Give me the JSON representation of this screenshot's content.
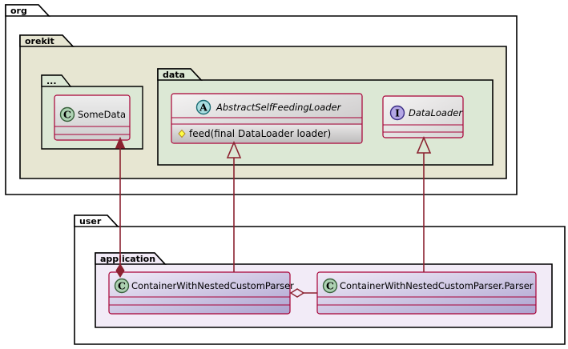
{
  "diagram": {
    "type": "uml-class-diagram",
    "background": "#ffffff",
    "packages": [
      {
        "id": "org",
        "label": "org",
        "fill": "#ffffff",
        "stroke": "#000000"
      },
      {
        "id": "orekit",
        "label": "orekit",
        "fill": "#E7E6D2",
        "stroke": "#000000"
      },
      {
        "id": "ellipsis",
        "label": "...",
        "fill": "#DCE8D5",
        "stroke": "#000000"
      },
      {
        "id": "data",
        "label": "data",
        "fill": "#DCE8D5",
        "stroke": "#000000"
      },
      {
        "id": "user",
        "label": "user",
        "fill": "#ffffff",
        "stroke": "#000000"
      },
      {
        "id": "application",
        "label": "application",
        "fill": "#F2EBF7",
        "stroke": "#000000"
      }
    ],
    "classes": [
      {
        "id": "some-data",
        "name": "SomeData",
        "stereotype": "C",
        "stereotype_label": "class",
        "kind": "class",
        "italic": false,
        "circle_fill": "#ADD1B2",
        "circle_stroke": "#38613B",
        "header_fill_from": "#E7E7E7",
        "header_fill_to": "#D4D4D4",
        "border": "#A80036",
        "members": []
      },
      {
        "id": "abstract-self-feeding-loader",
        "name": "AbstractSelfFeedingLoader",
        "stereotype": "A",
        "stereotype_label": "abstract-class",
        "kind": "abstract",
        "italic": true,
        "circle_fill": "#A9DCDF",
        "circle_stroke": "#1B6B73",
        "header_fill_from": "#F0EFEF",
        "header_fill_to": "#C8C6C6",
        "border": "#A80036",
        "members": [
          {
            "visibility": "protected",
            "marker": "diamond-yellow",
            "marker_fill": "#FFFF44",
            "marker_stroke": "#B38D22",
            "text": "feed(final DataLoader loader)"
          }
        ]
      },
      {
        "id": "data-loader",
        "name": "DataLoader",
        "stereotype": "I",
        "stereotype_label": "interface",
        "kind": "interface",
        "italic": true,
        "circle_fill": "#B4A7E5",
        "circle_stroke": "#3A2B84",
        "header_fill_from": "#F0EFEF",
        "header_fill_to": "#DCDADA",
        "border": "#A80036",
        "members": []
      },
      {
        "id": "container-with-nested-custom-parser",
        "name": "ContainerWithNestedCustomParser",
        "stereotype": "C",
        "stereotype_label": "class",
        "kind": "class",
        "italic": false,
        "circle_fill": "#ADD1B2",
        "circle_stroke": "#38613B",
        "header_fill_from": "#EFEAF6",
        "header_fill_to": "#B3AAD4",
        "border": "#A80036",
        "members": []
      },
      {
        "id": "container-with-nested-custom-parser-parser",
        "name": "ContainerWithNestedCustomParser.Parser",
        "stereotype": "C",
        "stereotype_label": "class",
        "kind": "class",
        "italic": false,
        "circle_fill": "#ADD1B2",
        "circle_stroke": "#38613B",
        "header_fill_from": "#EFEAF6",
        "header_fill_to": "#B3AAD4",
        "border": "#A80036",
        "members": []
      }
    ],
    "relations": [
      {
        "id": "composition-somedata",
        "type": "composition",
        "from": "container-with-nested-custom-parser",
        "to": "some-data",
        "line_color": "#8B2230",
        "marker": "filled-diamond-and-arrow"
      },
      {
        "id": "generalization-abstract",
        "type": "generalization",
        "from": "container-with-nested-custom-parser",
        "to": "abstract-self-feeding-loader",
        "line_color": "#8B2230",
        "marker": "hollow-triangle"
      },
      {
        "id": "generalization-dataloader",
        "type": "realization",
        "from": "container-with-nested-custom-parser-parser",
        "to": "data-loader",
        "line_color": "#8B2230",
        "marker": "hollow-triangle"
      },
      {
        "id": "aggregation-parser",
        "type": "aggregation",
        "from": "container-with-nested-custom-parser",
        "to": "container-with-nested-custom-parser-parser",
        "line_color": "#8B2230",
        "marker": "hollow-diamond"
      }
    ]
  }
}
